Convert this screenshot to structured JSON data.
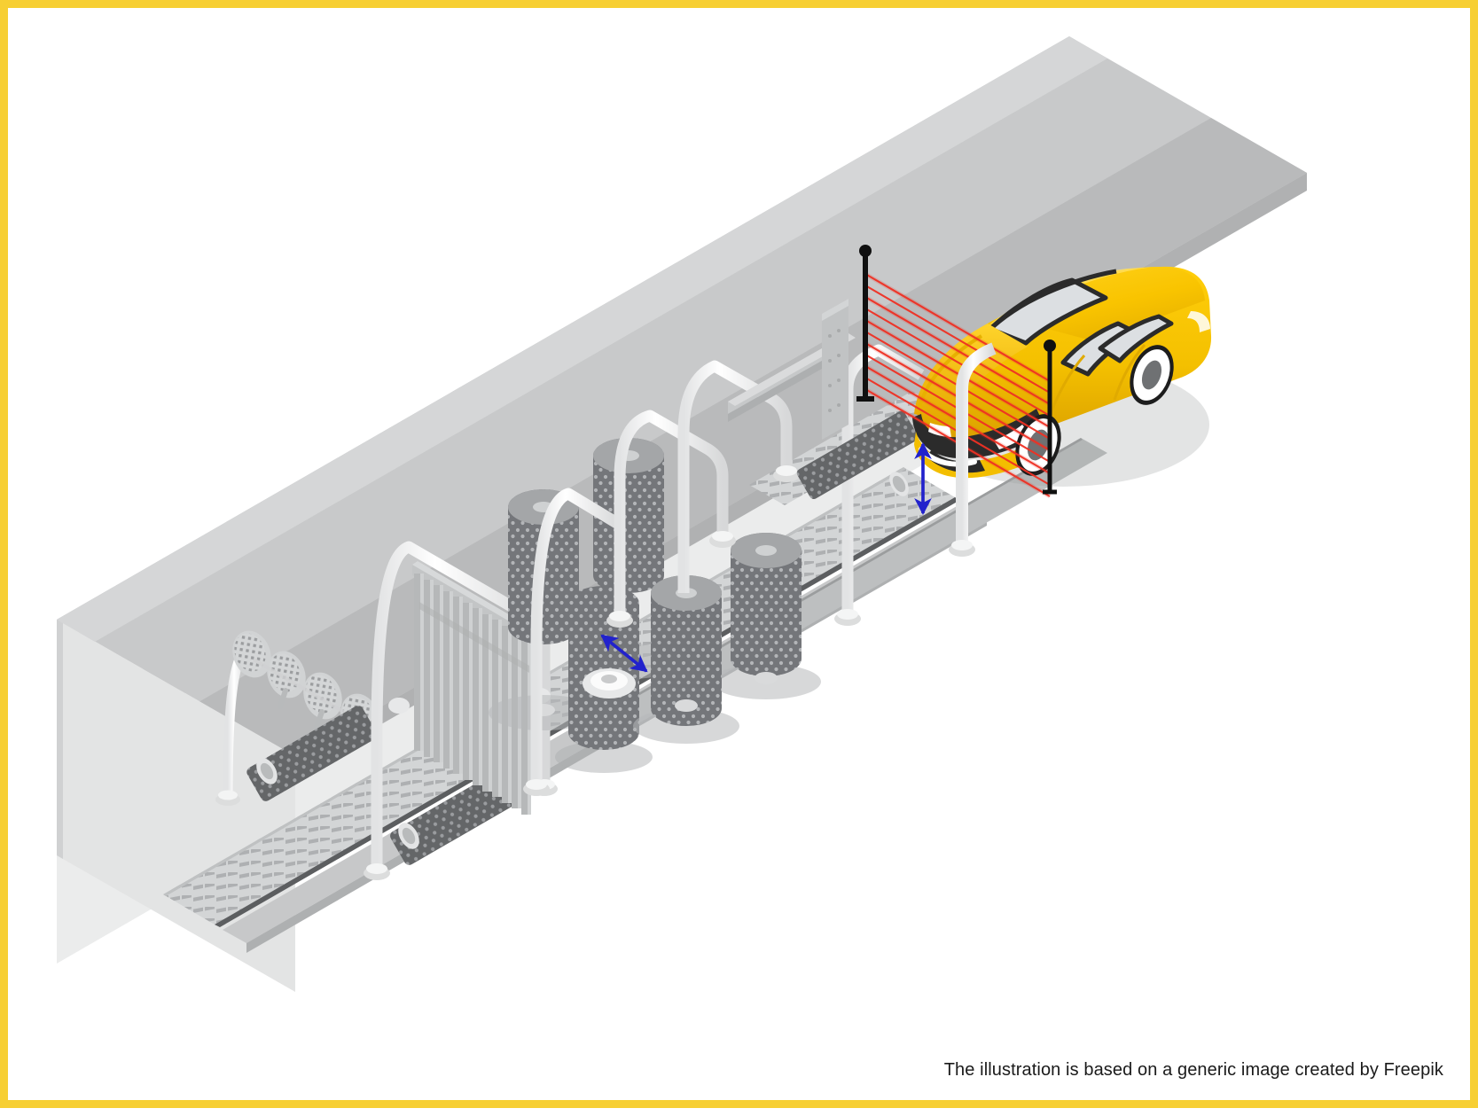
{
  "frame": {
    "border_color": "#F7CF33",
    "background": "#ffffff"
  },
  "caption": {
    "text": "The illustration is based on a generic image created by Freepik"
  },
  "scene": {
    "title": "Isometric automatic car wash tunnel",
    "palette": {
      "floor_light": "#e9eaeb",
      "floor_mid": "#c9cacb",
      "floor_dark": "#b4b5b6",
      "wall_light": "#eceded",
      "wall_panel": "#c9cacb",
      "brush_dark": "#77797a",
      "brush_dot": "#b0b2b3",
      "pipe_white": "#fdfdfd",
      "pipe_shade": "#dddedf",
      "car_yellow": "#F7C600",
      "car_yellow_dark": "#E0A800",
      "car_glass": "#d9dcdf",
      "tyre_black": "#262626",
      "beam_red": "#ef3124",
      "arrow_blue": "#2222CC",
      "sensor_black": "#101010"
    },
    "elements": [
      {
        "name": "back-wall",
        "label": "Back wall"
      },
      {
        "name": "wall-panel-1",
        "label": "Wall light panel 1"
      },
      {
        "name": "wall-panel-2",
        "label": "Wall light panel 2"
      },
      {
        "name": "wall-panel-3",
        "label": "Wall light panel 3"
      },
      {
        "name": "wall-panel-4",
        "label": "Wall light panel 4"
      },
      {
        "name": "floor-slab",
        "label": "Floor slab"
      },
      {
        "name": "conveyor-track",
        "label": "Conveyor track"
      },
      {
        "name": "grating-strip",
        "label": "Floor grating"
      },
      {
        "name": "shower-head-1",
        "label": "Shower head 1"
      },
      {
        "name": "shower-head-2",
        "label": "Shower head 2"
      },
      {
        "name": "shower-head-3",
        "label": "Shower head 3"
      },
      {
        "name": "shower-head-4",
        "label": "Shower head 4"
      },
      {
        "name": "roller-brush-front",
        "label": "Horizontal roller brush front"
      },
      {
        "name": "roller-brush-rear",
        "label": "Horizontal roller brush rear"
      },
      {
        "name": "slat-curtain",
        "label": "Vertical slat curtain"
      },
      {
        "name": "vertical-brush-1",
        "label": "Vertical rotating brush 1"
      },
      {
        "name": "vertical-brush-2",
        "label": "Vertical rotating brush 2"
      },
      {
        "name": "vertical-brush-3",
        "label": "Vertical rotating brush 3"
      },
      {
        "name": "vertical-brush-4",
        "label": "Vertical rotating brush 4"
      },
      {
        "name": "vertical-brush-5",
        "label": "Vertical rotating brush 5"
      },
      {
        "name": "arch-pipe-1",
        "label": "Water arch pipe 1"
      },
      {
        "name": "arch-pipe-2",
        "label": "Water arch pipe 2"
      },
      {
        "name": "arch-pipe-3",
        "label": "Water arch pipe 3"
      },
      {
        "name": "arch-pipe-4",
        "label": "Water arch pipe 4"
      },
      {
        "name": "arch-pipe-5",
        "label": "Water arch pipe 5"
      },
      {
        "name": "arch-pipe-6",
        "label": "Water arch pipe 6"
      },
      {
        "name": "sensor-post-left",
        "label": "Laser sensor post left"
      },
      {
        "name": "sensor-post-right",
        "label": "Laser sensor post right"
      },
      {
        "name": "laser-beam-array",
        "label": "Red laser scanning beams"
      },
      {
        "name": "dimension-arrow-vertical",
        "label": "Vertical dimension arrow"
      },
      {
        "name": "dimension-arrow-diagonal",
        "label": "Diagonal dimension arrow"
      },
      {
        "name": "car-body",
        "label": "Yellow car"
      },
      {
        "name": "car-wheel-front",
        "label": "Car front wheel"
      },
      {
        "name": "car-wheel-rear",
        "label": "Car rear wheel"
      }
    ],
    "measurements": {
      "laser_beam_count": 13,
      "vertical_brush_count": 5,
      "shower_head_count": 4,
      "arch_pipe_count": 6
    }
  }
}
